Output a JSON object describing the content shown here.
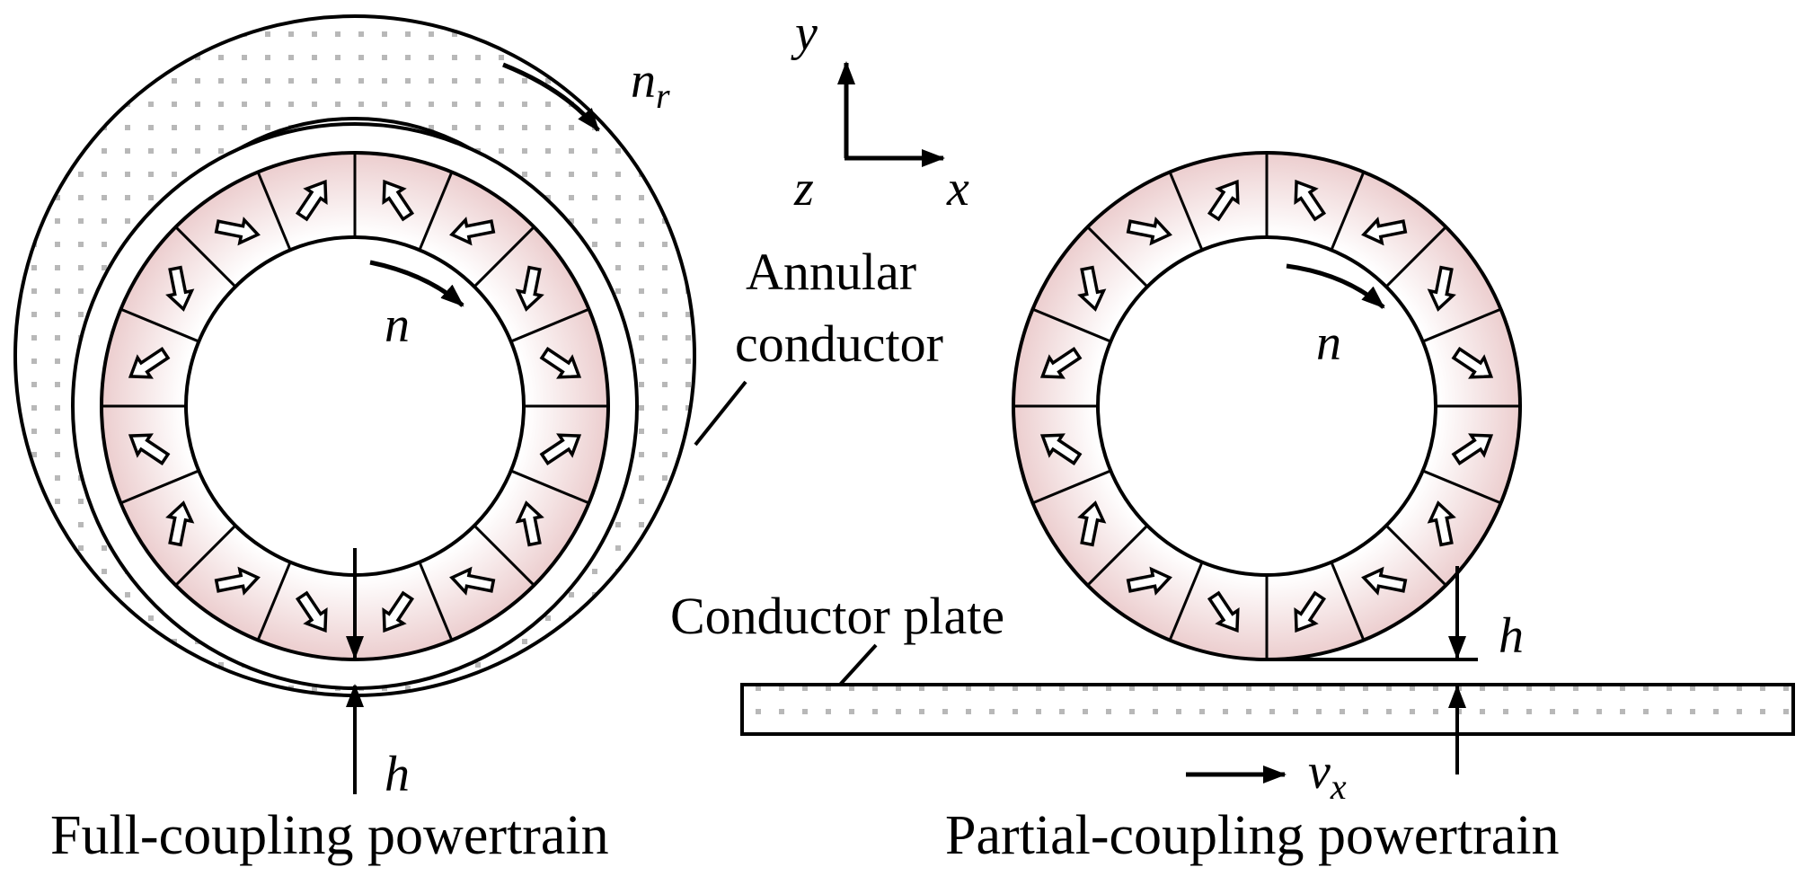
{
  "axes": {
    "y": "y",
    "x": "x",
    "z": "z"
  },
  "labels": {
    "nr_main": "n",
    "nr_sub": "r",
    "n_left": "n",
    "n_right": "n",
    "annular_line1": "Annular",
    "annular_line2": "conductor",
    "conductor_plate": "Conductor plate",
    "h_left": "h",
    "h_right": "h",
    "vx_main": "v",
    "vx_sub": "x"
  },
  "captions": {
    "full": "Full-coupling powertrain",
    "partial": "Partial-coupling powertrain"
  },
  "colors": {
    "magnet_outer": "#e9c6c7",
    "magnet_inner": "#ffffff",
    "stroke": "#000000",
    "conductor_dots": "#b8b8b8"
  },
  "magnet_count": 16
}
